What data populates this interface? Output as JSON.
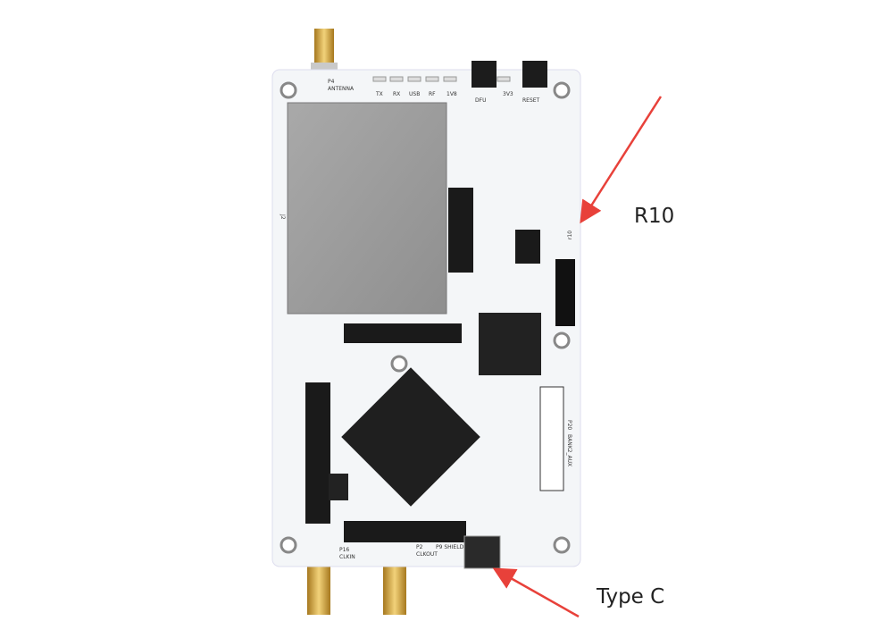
{
  "annotations": {
    "r10_label": "R10",
    "typec_label": "Type C",
    "arrow_color": "#e8413a"
  },
  "board": {
    "color": "#f4f6f8",
    "silkscreen": {
      "p4": "P4",
      "antenna": "ANTENNA",
      "leds": [
        "TX",
        "RX",
        "USB",
        "RF",
        "1V8",
        "3V3"
      ],
      "dfu": "DFU",
      "reset": "RESET",
      "p16": "P16",
      "clkin": "CLKIN",
      "p2": "P2",
      "clkout": "CLKOUT",
      "p9_shield": "P9 SHIELD",
      "r10": "r10",
      "j2": "J2",
      "p20": "P20",
      "bank2": "BANK2_AUX"
    }
  }
}
